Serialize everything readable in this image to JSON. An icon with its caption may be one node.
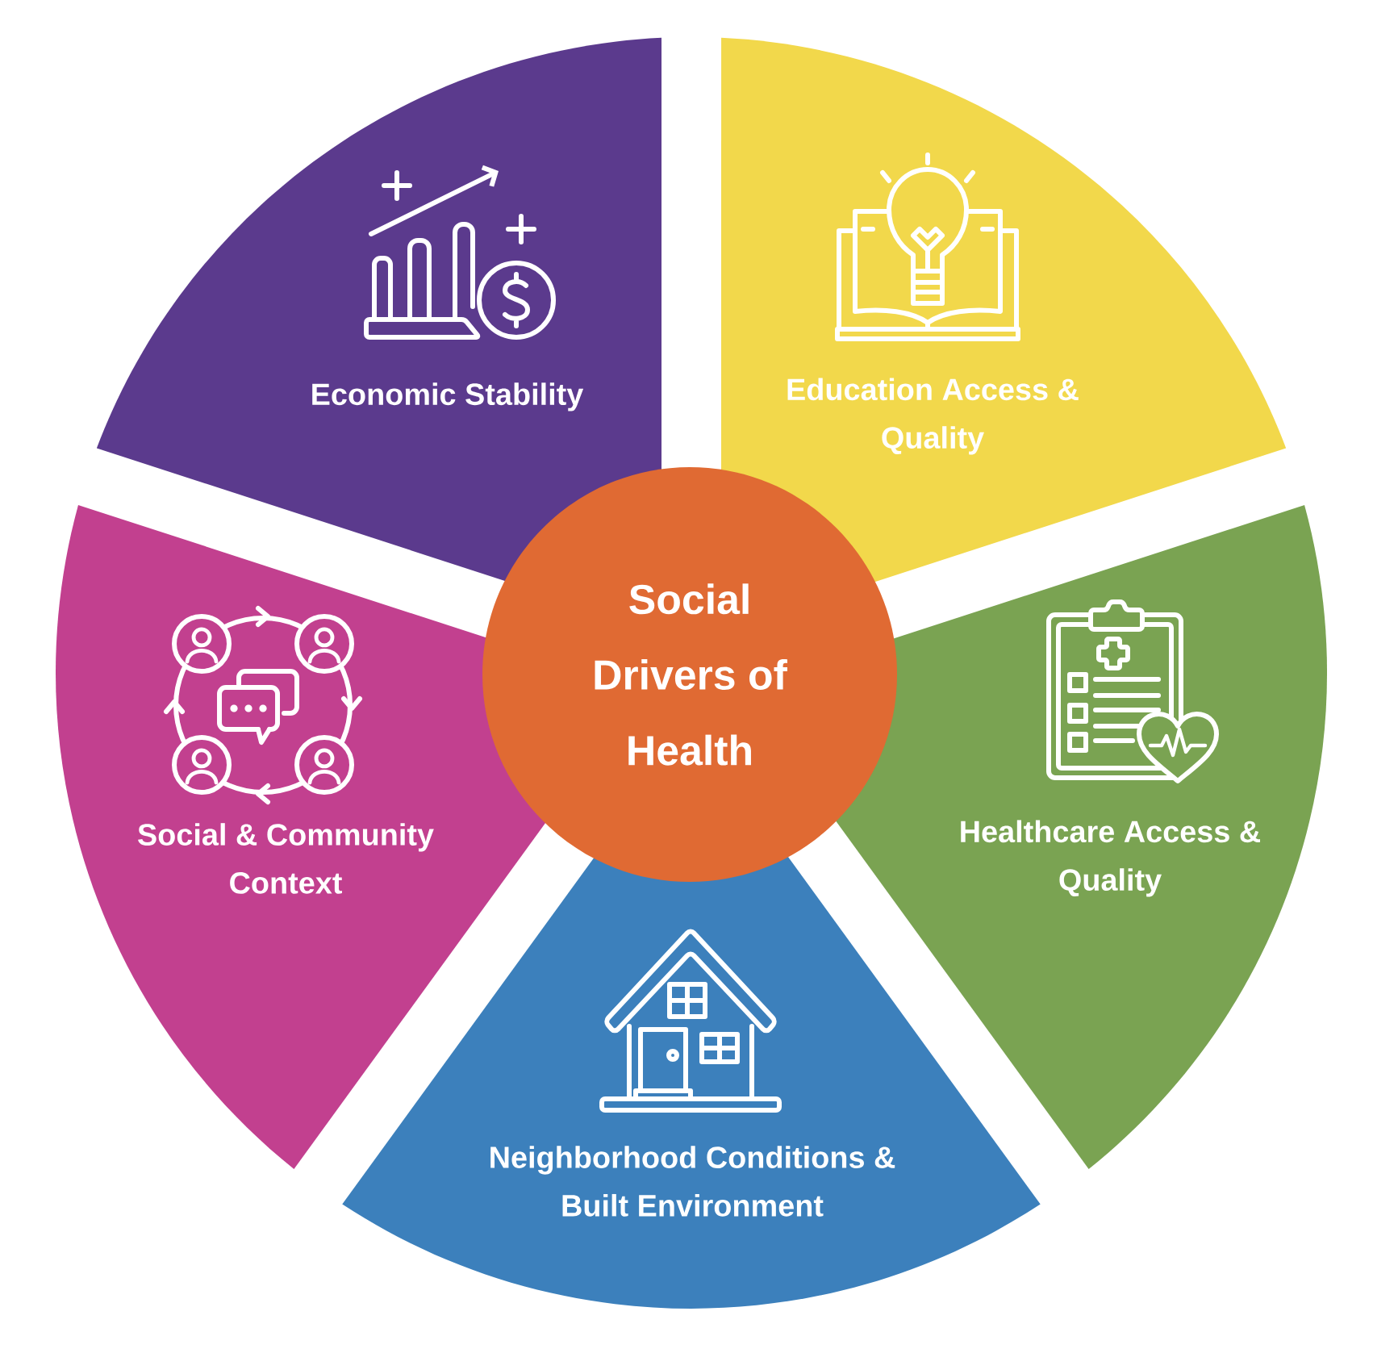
{
  "diagram": {
    "nodes": [
      {
        "text": [
          "Social Drivers of Health"
        ]
      },
      {
        "text": [
          "Economic Stability"
        ]
      },
      {
        "text": [
          "Education Access & Quality"
        ]
      },
      {
        "text": [
          "Healthcare Access & Quality"
        ]
      },
      {
        "text": [
          "Neighborhood Conditions & Built Environment"
        ]
      },
      {
        "text": [
          "Social & Community Context"
        ]
      }
    ]
  }
}
